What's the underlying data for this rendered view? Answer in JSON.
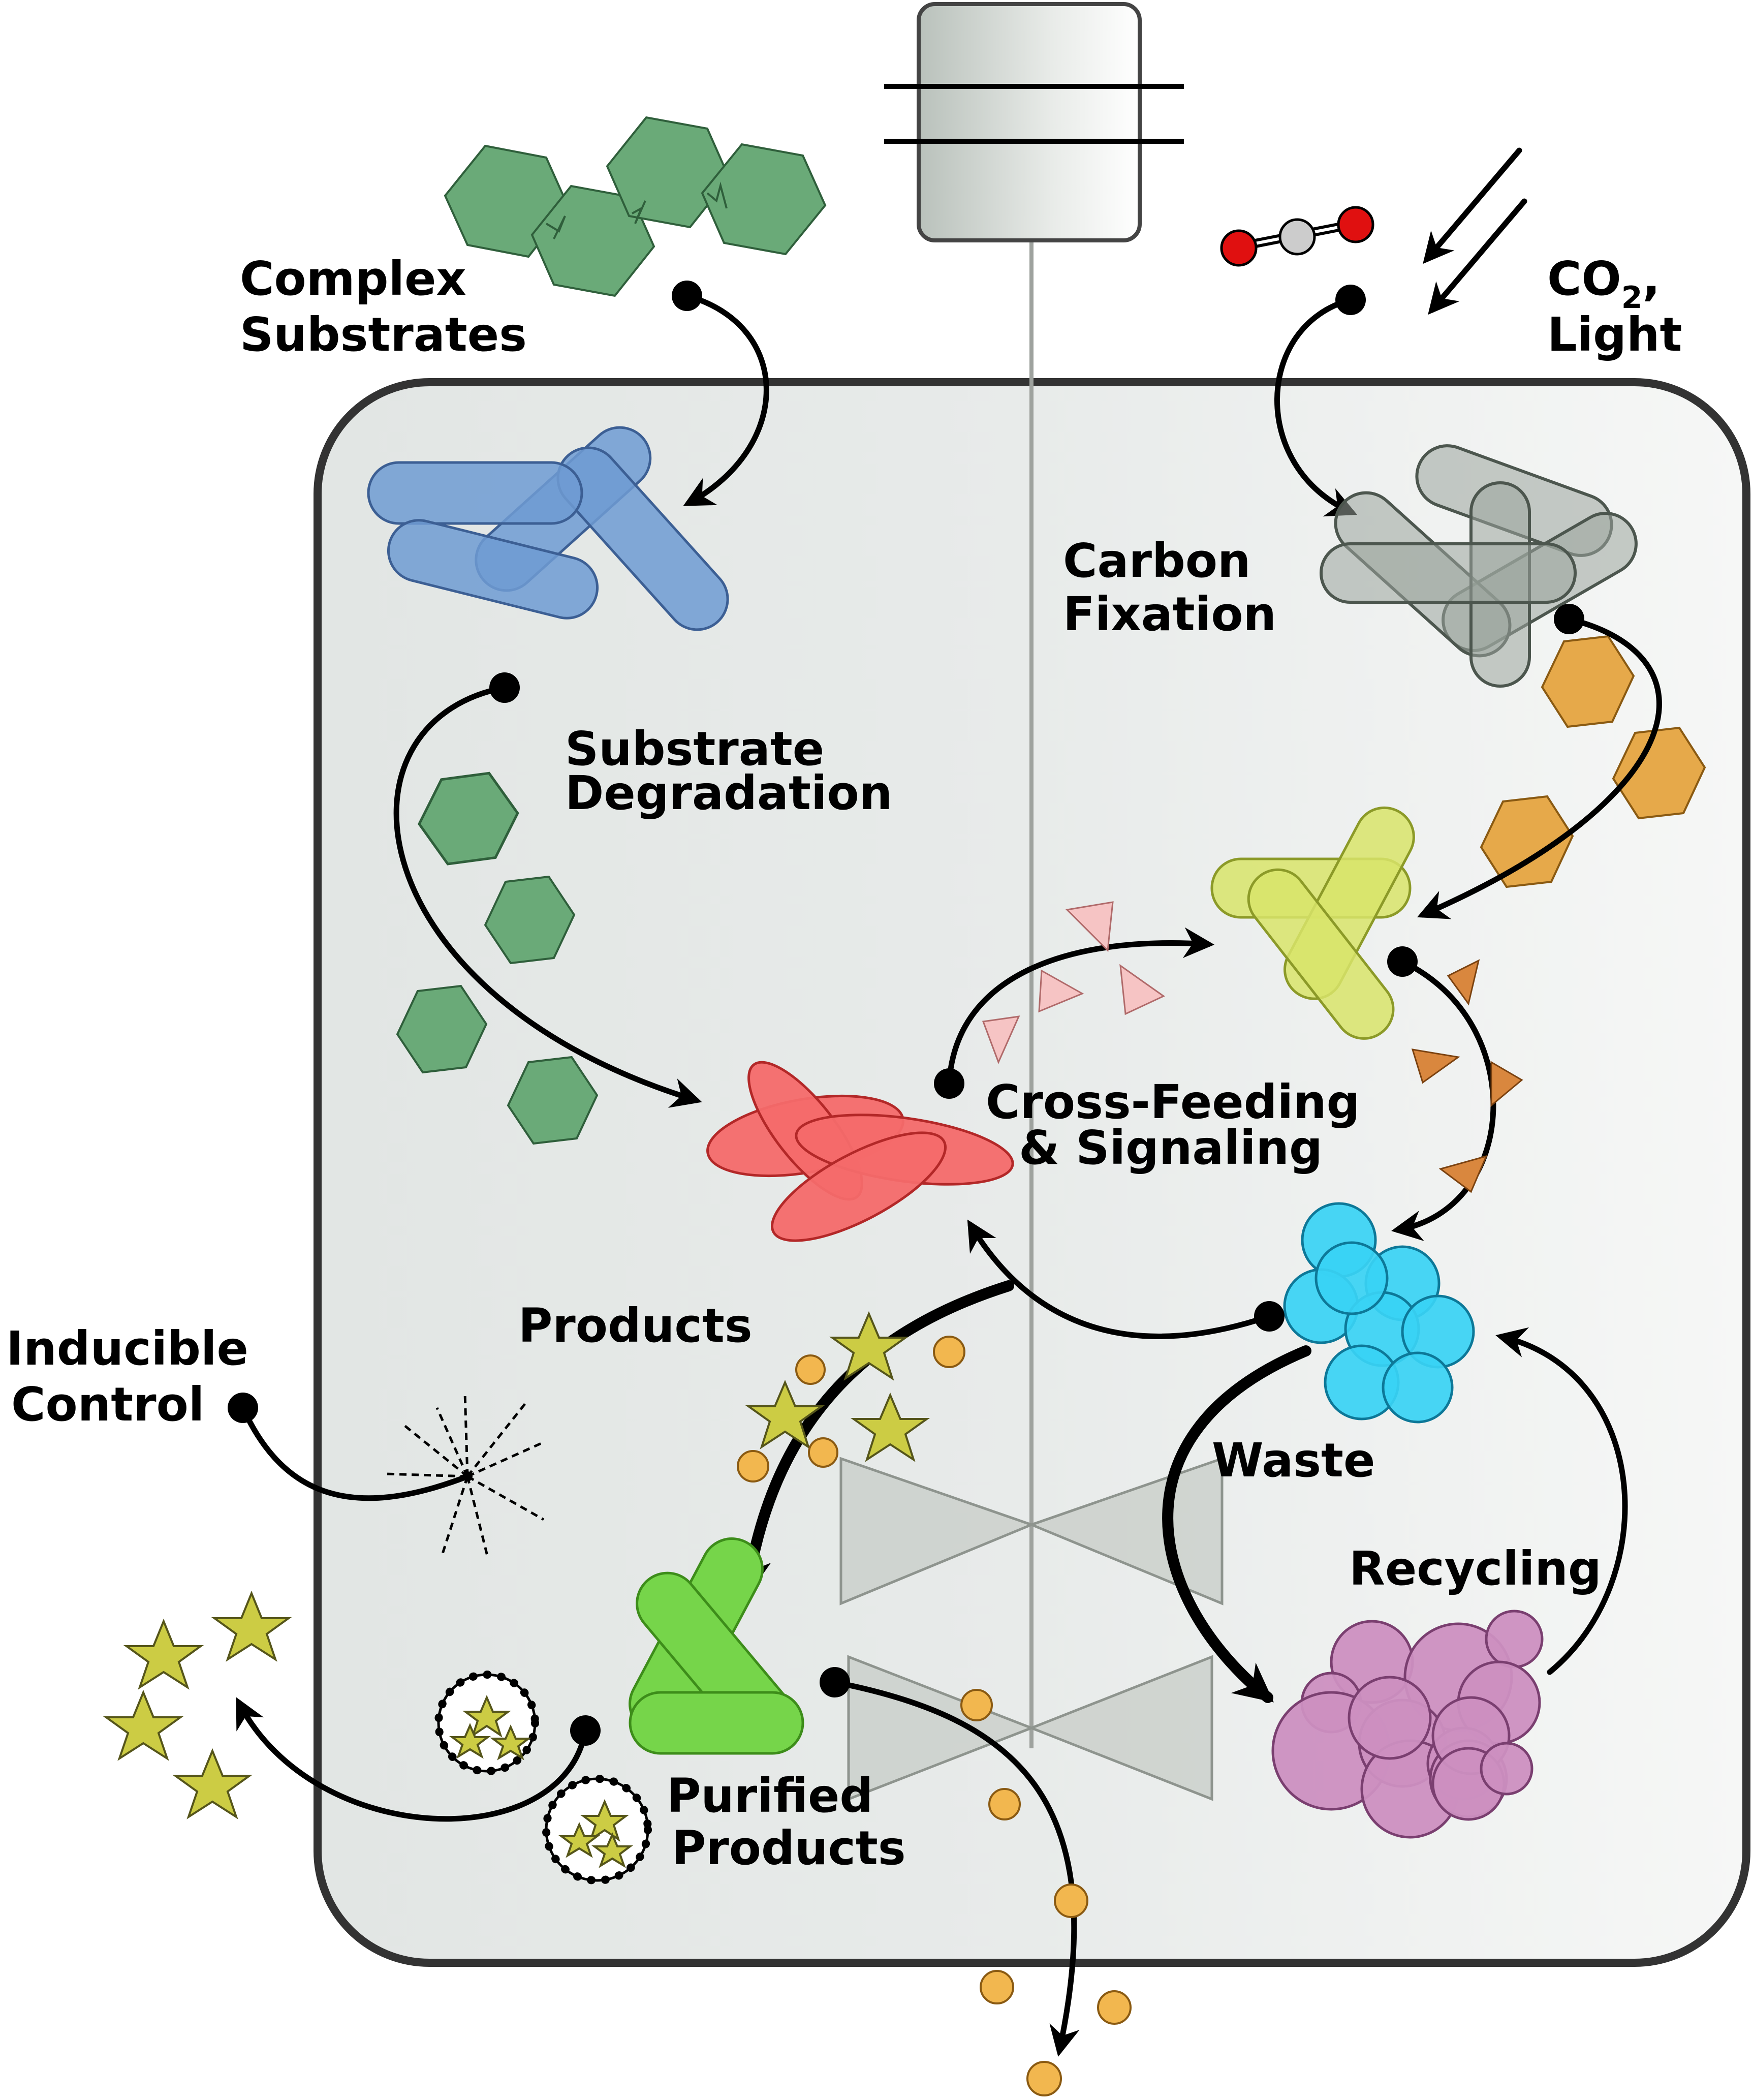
{
  "labels": {
    "complex_substrates": [
      "Complex",
      "Substrates"
    ],
    "co2_light": {
      "co": "CO",
      "sub": "2",
      "comma": ",",
      "light": "Light"
    },
    "carbon_fixation": [
      "Carbon",
      "Fixation"
    ],
    "substrate_degradation": [
      "Substrate",
      "Degradation"
    ],
    "cross_feeding": [
      "Cross-Feeding",
      "& Signaling"
    ],
    "products": "Products",
    "inducible_control": [
      "Inducible",
      "Control"
    ],
    "waste": "Waste",
    "recycling": "Recycling",
    "purified_products": [
      "Purified",
      "Products"
    ]
  },
  "colors": {
    "vessel_fill": "#e6e9e8",
    "vessel_stroke": "#333333",
    "blue_cells": "#6f9bd2",
    "grey_cells": "#9aa49c",
    "yellow_cells": "#d8e46a",
    "green_cells": "#76d54a",
    "red_cells": "#f46a6a",
    "cyan_cells": "#38d2f4",
    "pink_cells": "#cc8fc0",
    "substrate_hexagons": "#6aaa78",
    "fixed_carbon_hexagons": "#e6a94a",
    "product_stars": "#cccc44",
    "product_circles": "#f2b74f",
    "co2_oxygen": "#e01010",
    "co2_carbon": "#cccccc"
  },
  "icons": [
    "stirrer-motor-icon",
    "co2-molecule-icon",
    "light-arrows-icon",
    "inducer-burst-icon",
    "vesicle-icon",
    "impeller-icon"
  ]
}
